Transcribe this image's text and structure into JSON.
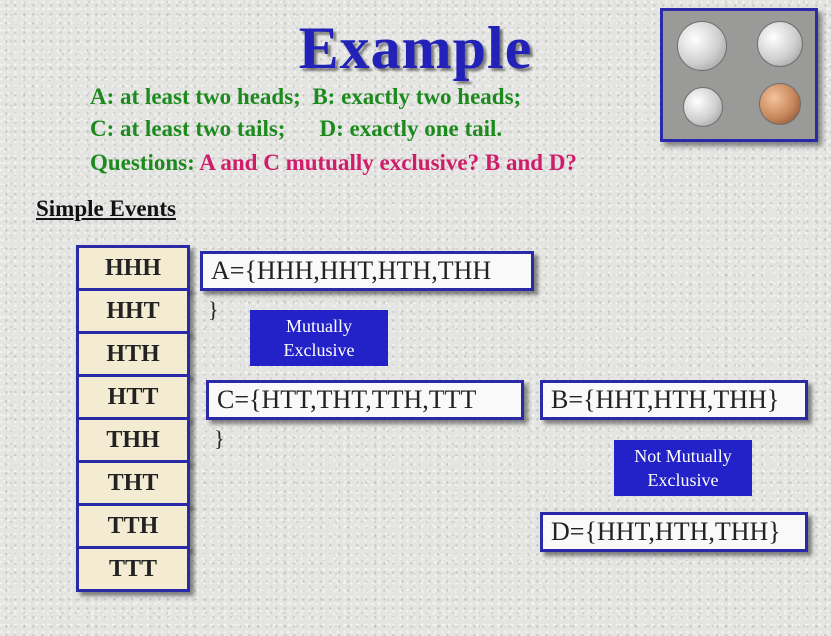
{
  "slide": {
    "title": "Example",
    "line1_a": "A: at least two heads;",
    "line1_b": "B: exactly two heads;",
    "line2_a": "C: at least two tails;",
    "line2_b": "D: exactly one tail.",
    "line3_prefix": "Questions:",
    "line3_question": "A and C mutually exclusive? B and D?",
    "heading": "Simple Events"
  },
  "events": [
    "HHH",
    "HHT",
    "HTH",
    "HTT",
    "THH",
    "THT",
    "TTH",
    "TTT"
  ],
  "sets": {
    "a": "A={HHH,HHT,HTH,THH",
    "a_close": "}",
    "c": "C={HTT,THT,TTH,TTT",
    "c_close": "}",
    "b": "B={HHT,HTH,THH}",
    "d": "D={HHT,HTH,THH}"
  },
  "labels": {
    "ac": "Mutually Exclusive",
    "bd": "Not Mutually Exclusive"
  },
  "colors": {
    "title": "#2222b8",
    "green_text": "#1c8a1c",
    "magenta_text": "#d01c6a",
    "box_border": "#2a2aa8",
    "label_bg": "#2222c8"
  }
}
